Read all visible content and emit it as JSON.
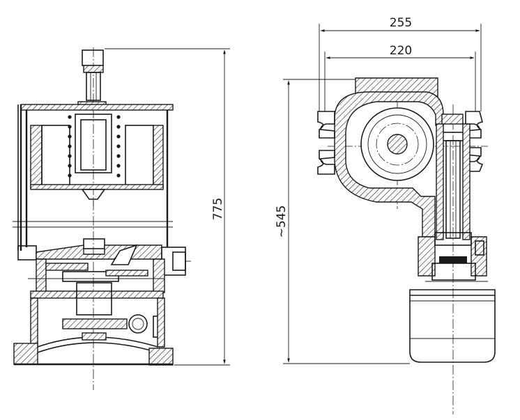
{
  "left_view": {
    "overall_height": "775"
  },
  "right_view": {
    "width_outer": "255",
    "width_inner": "220",
    "height_approx": "~545"
  },
  "colors": {
    "line": "#1a1a1a",
    "paper": "#ffffff"
  }
}
